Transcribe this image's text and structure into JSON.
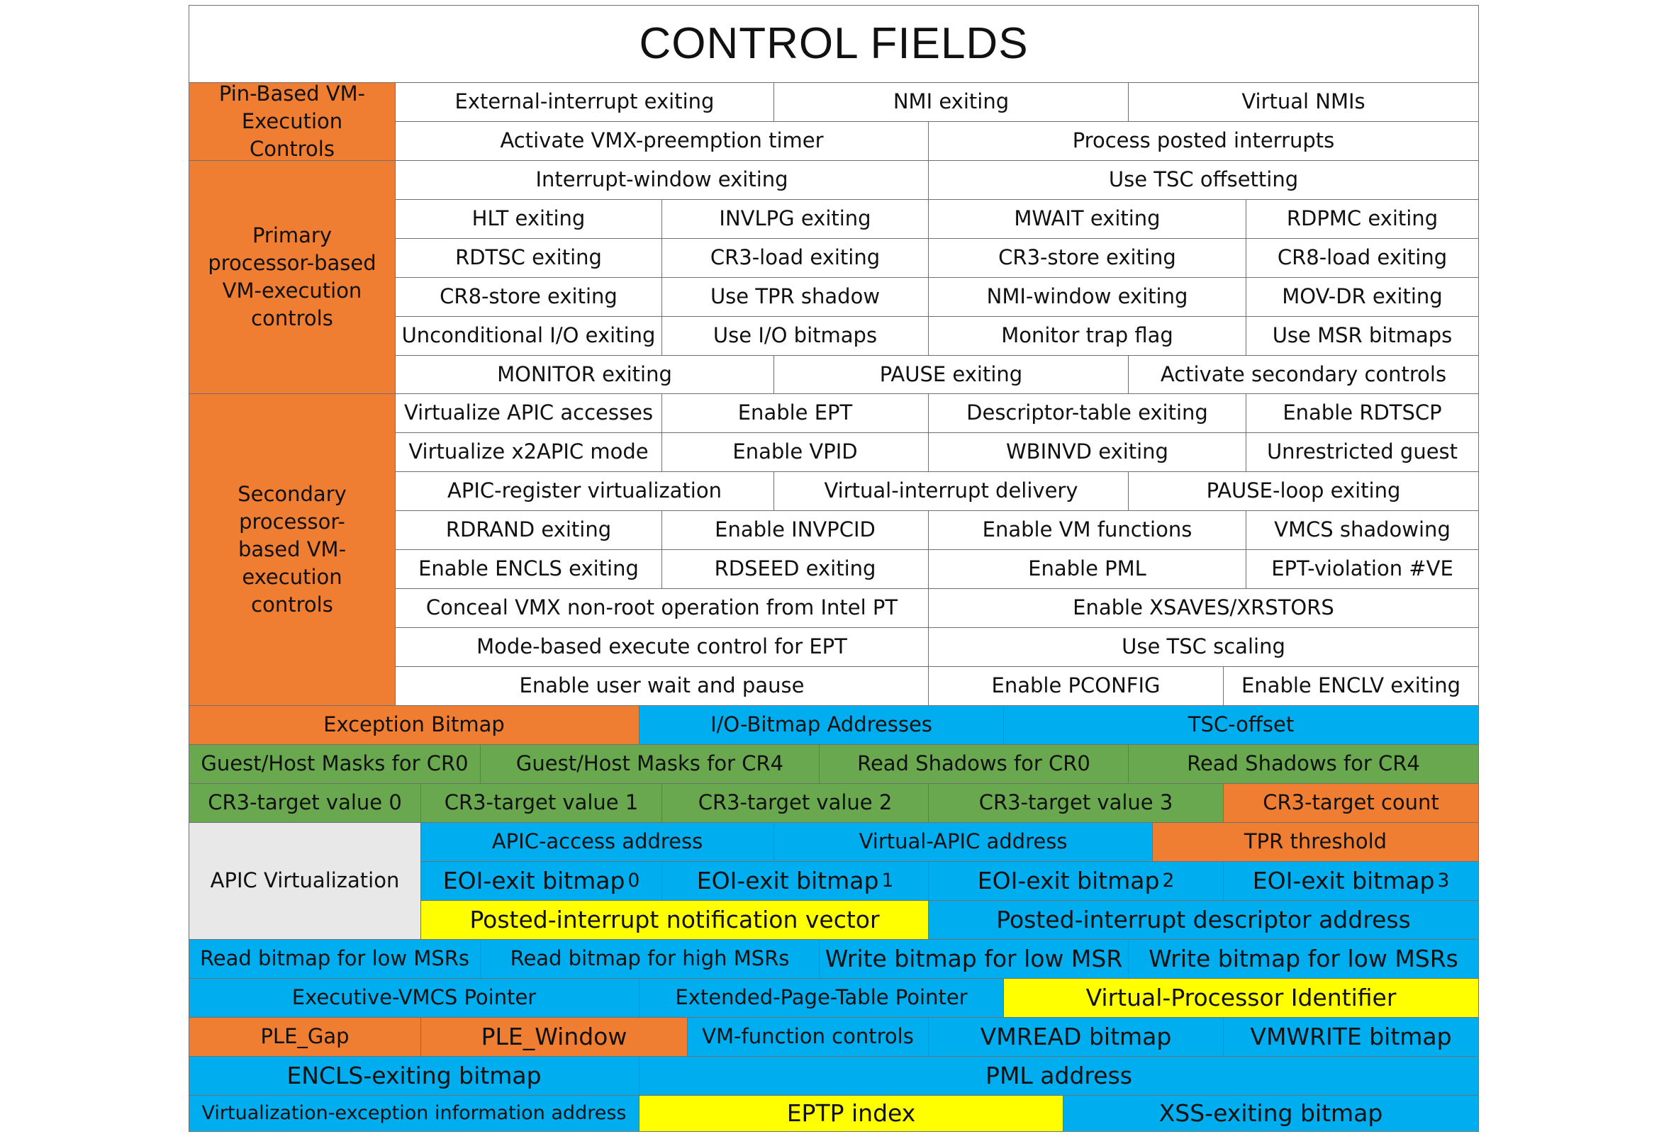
{
  "title": "CONTROL FIELDS",
  "colors": {
    "white": "#ffffff",
    "orange": "#ef7d32",
    "blue": "#00adef",
    "green": "#6aa84f",
    "yellow": "#ffff00",
    "gray": "#e8e8e8",
    "border": "#707070"
  },
  "sections": {
    "pin_based": "Pin-Based VM-Execution Controls",
    "primary": "Primary processor-based VM-execution controls",
    "secondary": "Secondary processor-based VM-execution controls",
    "apic_virtualization": "APIC Virtualization"
  },
  "pin_based": {
    "row1": [
      "External-interrupt exiting",
      "NMI exiting",
      "Virtual NMIs"
    ],
    "row2": [
      "Activate VMX-preemption timer",
      "Process posted interrupts"
    ]
  },
  "primary": {
    "row1": [
      "Interrupt-window exiting",
      "Use TSC offsetting"
    ],
    "row2": [
      "HLT exiting",
      "INVLPG exiting",
      "MWAIT exiting",
      "RDPMC exiting"
    ],
    "row3": [
      "RDTSC exiting",
      "CR3-load exiting",
      "CR3-store exiting",
      "CR8-load exiting"
    ],
    "row4": [
      "CR8-store exiting",
      "Use TPR shadow",
      "NMI-window exiting",
      "MOV-DR exiting"
    ],
    "row5": [
      "Unconditional I/O exiting",
      "Use I/O bitmaps",
      "Monitor trap flag",
      "Use MSR bitmaps"
    ],
    "row6": [
      "MONITOR exiting",
      "PAUSE exiting",
      "Activate secondary controls"
    ]
  },
  "secondary": {
    "row1": [
      "Virtualize APIC accesses",
      "Enable EPT",
      "Descriptor-table exiting",
      "Enable RDTSCP"
    ],
    "row2": [
      "Virtualize x2APIC mode",
      "Enable VPID",
      "WBINVD exiting",
      "Unrestricted guest"
    ],
    "row3": [
      "APIC-register virtualization",
      "Virtual-interrupt delivery",
      "PAUSE-loop exiting"
    ],
    "row4": [
      "RDRAND exiting",
      "Enable INVPCID",
      "Enable VM functions",
      "VMCS shadowing"
    ],
    "row5": [
      "Enable ENCLS exiting",
      "RDSEED exiting",
      "Enable PML",
      "EPT-violation #VE"
    ],
    "row6": [
      "Conceal VMX non-root operation from Intel PT",
      "Enable XSAVES/XRSTORS"
    ],
    "row7": [
      "Mode-based execute control for EPT",
      "Use TSC scaling"
    ],
    "row8": [
      "Enable user wait and pause",
      "Enable PCONFIG",
      "Enable ENCLV  exiting"
    ]
  },
  "exception_row": [
    "Exception Bitmap",
    "I/O-Bitmap Addresses",
    "TSC-offset"
  ],
  "masks_row": [
    "Guest/Host Masks for CR0",
    "Guest/Host Masks for CR4",
    "Read Shadows for CR0",
    "Read Shadows for CR4"
  ],
  "cr3_row": [
    "CR3-target value 0",
    "CR3-target value 1",
    "CR3-target value 2",
    "CR3-target value 3",
    "CR3-target count"
  ],
  "apic": {
    "row1": [
      "APIC-access address",
      "Virtual-APIC address",
      "TPR threshold"
    ],
    "eoi_label": "EOI-exit bitmap",
    "eoi_indices": [
      "0",
      "1",
      "2",
      "3"
    ],
    "row3": [
      "Posted-interrupt notification vector",
      "Posted-interrupt descriptor address"
    ]
  },
  "msr_row": [
    "Read bitmap for low MSRs",
    "Read bitmap for high MSRs",
    "Write bitmap for low MSR",
    "Write bitmap for low MSRs"
  ],
  "pointer_row": [
    "Executive-VMCS Pointer",
    "Extended-Page-Table Pointer",
    "Virtual-Processor Identifier"
  ],
  "ple_row": [
    "PLE_Gap",
    "PLE_Window",
    "VM-function controls",
    "VMREAD bitmap",
    "VMWRITE bitmap"
  ],
  "encls_row": [
    "ENCLS-exiting bitmap",
    "PML address"
  ],
  "last_row": [
    "Virtualization-exception information address",
    "EPTP index",
    "XSS-exiting bitmap"
  ]
}
